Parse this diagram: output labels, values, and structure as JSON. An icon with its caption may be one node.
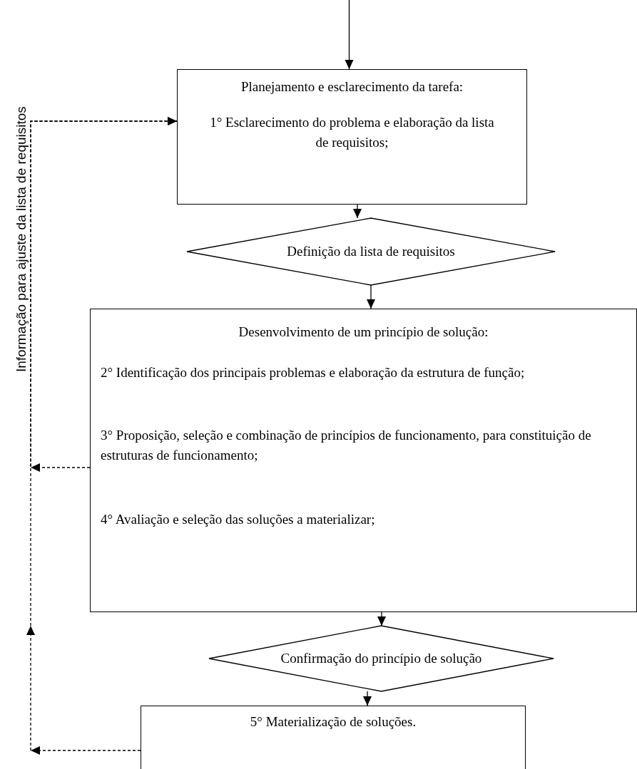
{
  "diagram": {
    "nodes": [
      {
        "text": [
          "Planejamento e esclarecimento da tarefa:",
          "1° Esclarecimento do problema e elaboração da lista de requisitos;"
        ]
      },
      {
        "text": [
          "Definição da lista de requisitos"
        ]
      },
      {
        "text": [
          "Desenvolvimento de um princípio de solução:",
          "2° Identificação dos principais problemas e elaboração da estrutura de função;",
          "3° Proposição, seleção e combinação de princípios de funcionamento, para constituição de estruturas de funcionamento;",
          "4° Avaliação e seleção das soluções a materializar;"
        ]
      },
      {
        "text": [
          "Confirmação do princípio de solução"
        ]
      },
      {
        "text": [
          "5° Materialização de soluções."
        ]
      }
    ],
    "edges": [
      {
        "from": null,
        "to": 0,
        "arrow": "to"
      },
      {
        "from": 0,
        "to": 1,
        "arrow": "to"
      },
      {
        "from": 1,
        "to": 2,
        "arrow": "to"
      },
      {
        "from": 2,
        "to": 3,
        "arrow": "to"
      },
      {
        "from": 3,
        "to": 4,
        "arrow": "to"
      },
      {
        "from": 2,
        "to": 0,
        "arrow": "to",
        "style": "dashed"
      },
      {
        "from": 4,
        "to": 0,
        "arrow": "to",
        "style": "dashed"
      }
    ],
    "labels": [
      "Informação para ajuste da lista de requisitos"
    ]
  }
}
